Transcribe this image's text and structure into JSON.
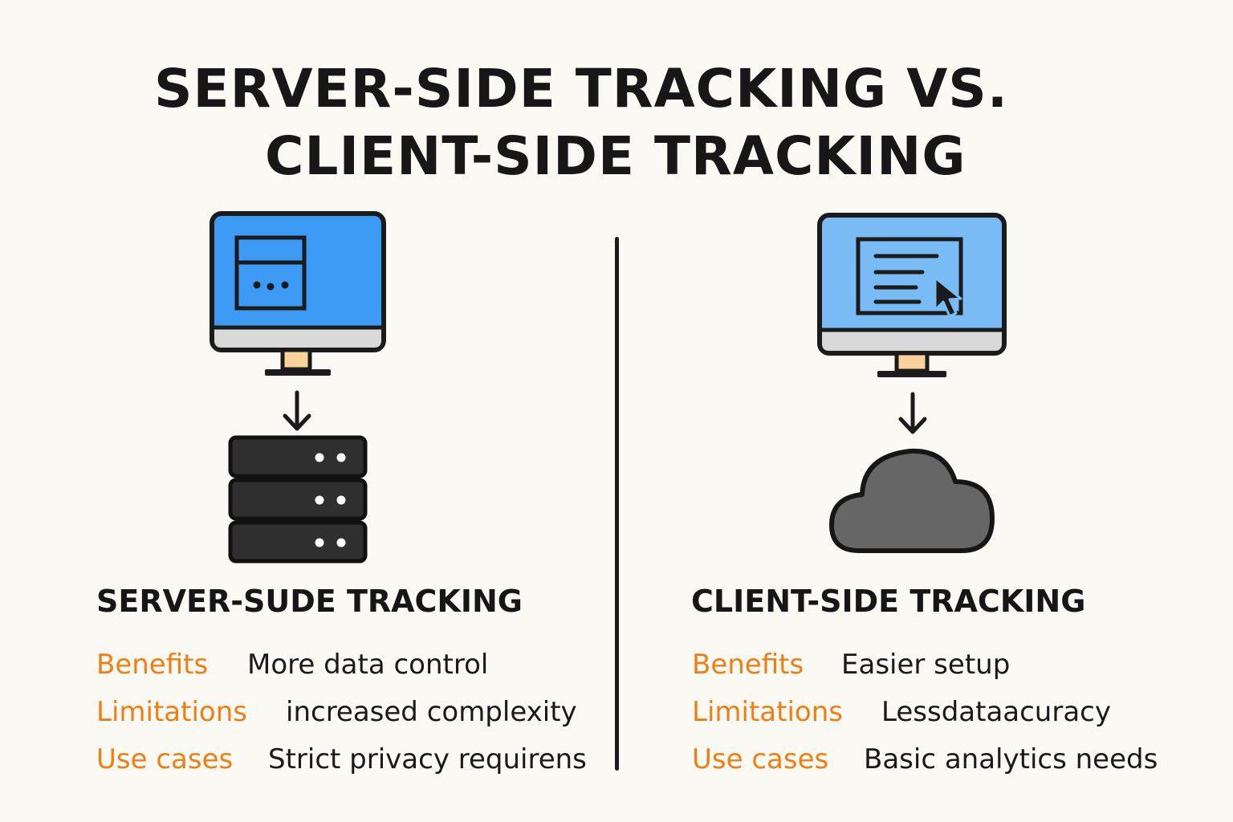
{
  "title": {
    "line1": "SERVER-SIDE TRACKING VS.",
    "line2": "CLIENT-SIDE TRACKING"
  },
  "colors": {
    "accent_orange": "#f07e14",
    "monitor_blue_left": "#3d9bf5",
    "monitor_blue_right": "#79bcf5",
    "stand_peach": "#fbd29b",
    "server_dark": "#2f2f2f",
    "cloud_gray": "#666666",
    "background": "#fbf9f4"
  },
  "server": {
    "icons": [
      "monitor-icon",
      "down-arrow-icon",
      "server-rack-icon"
    ],
    "heading": "SERVER-SUDE TRACKING",
    "rows": [
      {
        "label": "Benefits",
        "value": "More data control"
      },
      {
        "label": "Limitations",
        "value": "increased complexity"
      },
      {
        "label": "Use cases",
        "value": "Strict privacy requirens"
      }
    ]
  },
  "client": {
    "icons": [
      "monitor-icon",
      "down-arrow-icon",
      "cloud-icon"
    ],
    "heading": "CLIENT-SIDE TRACKING",
    "rows": [
      {
        "label": "Benefits",
        "value": "Easier setup"
      },
      {
        "label": "Limitations",
        "value": "Lessdataacuracy"
      },
      {
        "label": "Use cases",
        "value": "Basic analytics needs"
      }
    ]
  }
}
